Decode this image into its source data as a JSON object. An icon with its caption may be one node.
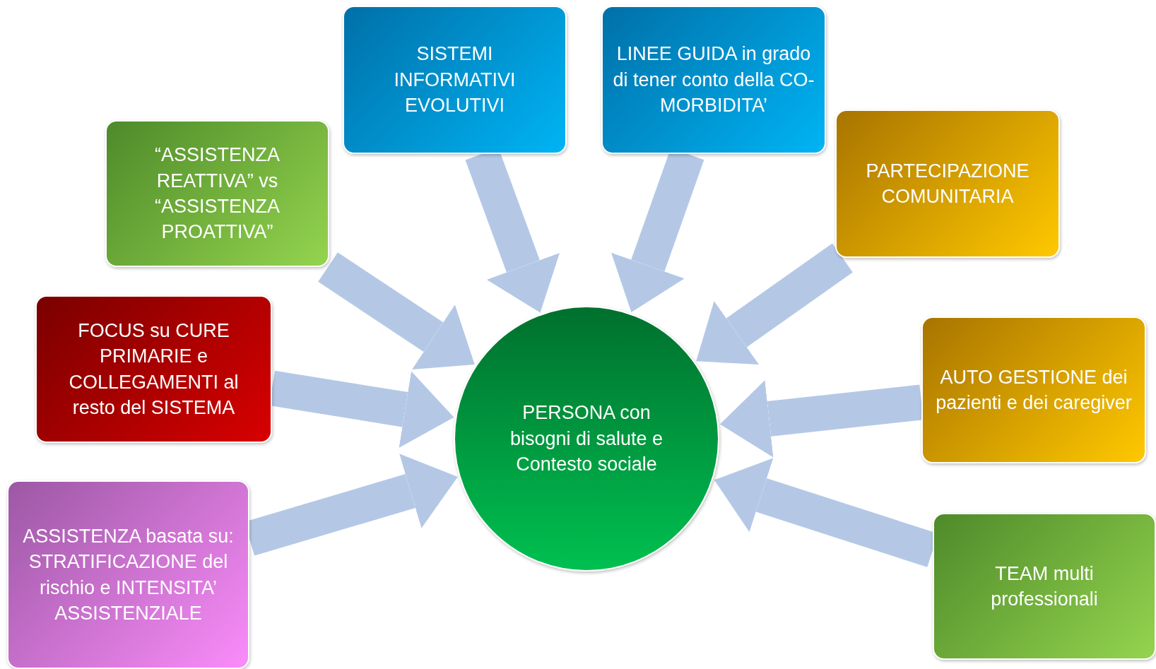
{
  "diagram": {
    "nodes": [
      {
        "text": [
          "SISTEMI INFORMATIVI EVOLUTIVI"
        ]
      },
      {
        "text": [
          "LINEE GUIDA in grado di tener conto della CO-MORBIDITA’"
        ]
      },
      {
        "text": [
          "PARTECIPAZIONE COMUNITARIA"
        ]
      },
      {
        "text": [
          "“ASSISTENZA REATTIVA” vs “ASSISTENZA PROATTIVA”"
        ]
      },
      {
        "text": [
          "FOCUS su CURE PRIMARIE e COLLEGAMENTI al resto del SISTEMA"
        ]
      },
      {
        "text": [
          "PERSONA con bisogni di salute e Contesto sociale"
        ]
      },
      {
        "text": [
          "AUTO GESTIONE dei pazienti e dei caregiver"
        ]
      },
      {
        "text": [
          "ASSISTENZA basata su: STRATIFICAZIONE del rischio e INTENSITA’ ASSISTENZIALE"
        ]
      },
      {
        "text": [
          "TEAM multi professionali"
        ]
      }
    ],
    "edges": [
      {
        "from": 0,
        "to": 5,
        "arrow": "to"
      },
      {
        "from": 1,
        "to": 5,
        "arrow": "to"
      },
      {
        "from": 2,
        "to": 5,
        "arrow": "to"
      },
      {
        "from": 3,
        "to": 5,
        "arrow": "to"
      },
      {
        "from": 4,
        "to": 5,
        "arrow": "to"
      },
      {
        "from": 6,
        "to": 5,
        "arrow": "to"
      },
      {
        "from": 7,
        "to": 5,
        "arrow": "to"
      },
      {
        "from": 8,
        "to": 5,
        "arrow": "to"
      }
    ]
  }
}
